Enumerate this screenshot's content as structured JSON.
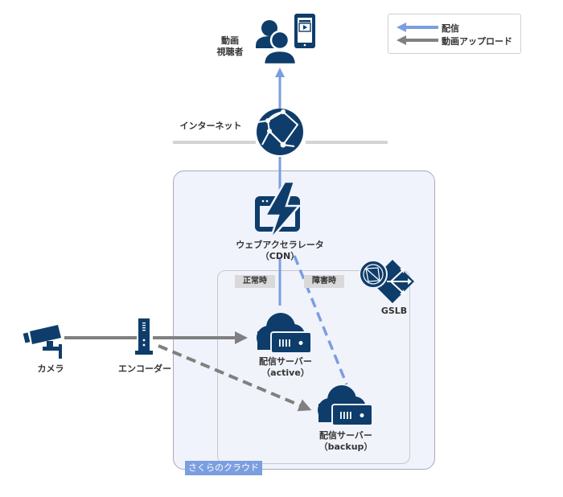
{
  "legend": {
    "items": [
      {
        "label": "配信",
        "color": "#7b9ee0"
      },
      {
        "label": "動画アップロード",
        "color": "#808080"
      }
    ]
  },
  "colors": {
    "icon": "#0e3d6b",
    "delivery": "#7b9ee0",
    "upload": "#808080",
    "network_line": "#d3d3d3",
    "cloud_bg": "#f0f3fb",
    "cloud_tag": "#7b9ee0"
  },
  "nodes": {
    "viewers": {
      "label_line1": "動画",
      "label_line2": "視聴者"
    },
    "internet": {
      "label": "インターネット"
    },
    "cdn": {
      "label_line1": "ウェブアクセラレータ",
      "label_line2": "（CDN）"
    },
    "gslb": {
      "label": "GSLB"
    },
    "camera": {
      "label": "カメラ"
    },
    "encoder": {
      "label": "エンコーダー"
    },
    "server_active": {
      "label_line1": "配信サーバー",
      "label_line2": "（active）"
    },
    "server_backup": {
      "label_line1": "配信サーバー",
      "label_line2": "（backup）"
    }
  },
  "tags": {
    "normal": "正常時",
    "failure": "障害時"
  },
  "cloud": {
    "label": "さくらのクラウド"
  }
}
